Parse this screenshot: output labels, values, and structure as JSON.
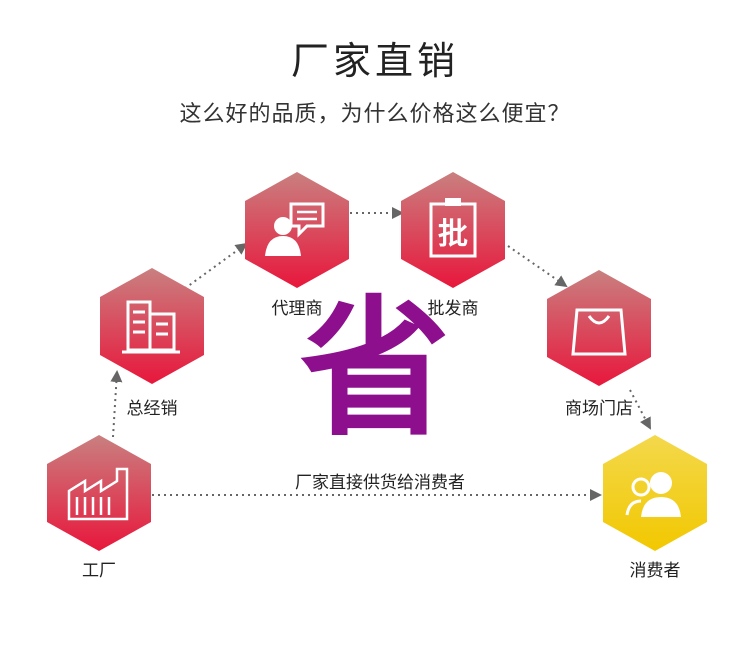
{
  "title": "厂家直销",
  "subtitle": "这么好的品质，为什么价格这么便宜？",
  "center_char": "省",
  "direct_text": "厂家直接供货给消费者",
  "nodes": [
    {
      "id": "factory",
      "label": "工厂",
      "icon": "factory-icon",
      "color": "red"
    },
    {
      "id": "general-distributor",
      "label": "总经销",
      "icon": "building-icon",
      "color": "red"
    },
    {
      "id": "agent",
      "label": "代理商",
      "icon": "agent-chat-icon",
      "color": "red"
    },
    {
      "id": "wholesaler",
      "label": "批发商",
      "icon": "wholesale-board-icon",
      "color": "red"
    },
    {
      "id": "store",
      "label": "商场门店",
      "icon": "shopping-bag-icon",
      "color": "red"
    },
    {
      "id": "consumer",
      "label": "消费者",
      "icon": "users-icon",
      "color": "yellow"
    }
  ],
  "colors": {
    "red_top": "#c98080",
    "red_bottom": "#e8173c",
    "yellow_top": "#f3d84c",
    "yellow_bottom": "#f2c800",
    "purple": "#8e0f8e",
    "arrow": "#666666"
  }
}
